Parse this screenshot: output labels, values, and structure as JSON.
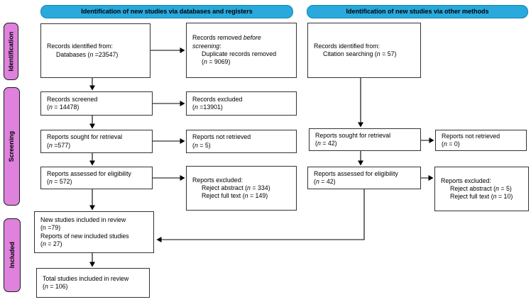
{
  "n_char": "n",
  "colors": {
    "header_bg": "#29A9DC",
    "side_label_bg": "#DE82DD",
    "box_border": "#333333",
    "arrow": "#000000",
    "text": "#000000"
  },
  "headers": {
    "databases": "Identification of new studies via databases and registers",
    "other": "Identification of new studies via other methods"
  },
  "side_labels": {
    "identification": "Identification",
    "screening": "Screening",
    "included": "Included"
  },
  "left": {
    "records_identified": {
      "l1": "Records identified from:",
      "l2_pre": "Databases (",
      "l2_post": " =23547)"
    },
    "records_removed": {
      "l1_pre": "Records removed ",
      "l1_it": "before",
      "l2_it": "screening",
      "l2_post": ":",
      "l3": "Duplicate records removed",
      "l4_pre": "(",
      "l4_post": " = 9069)"
    },
    "records_screened": {
      "l1": "Records screened",
      "l2_pre": "(",
      "l2_post": " = 14478)"
    },
    "records_excluded": {
      "l1": "Records excluded",
      "l2_pre": "(",
      "l2_post": " =13901)"
    },
    "reports_sought": {
      "l1": "Reports sought for retrieval",
      "l2_pre": "(",
      "l2_post": " =577)"
    },
    "reports_not_retrieved": {
      "l1": "Reports not retrieved",
      "l2_pre": "(",
      "l2_post": " = 5)"
    },
    "reports_assessed": {
      "l1": "Reports assessed for eligibility",
      "l2_pre": "(",
      "l2_post": " = 572)"
    },
    "reports_excluded": {
      "l1": "Reports excluded:",
      "l2_pre": "Reject abstract (",
      "l2_post": " = 334)",
      "l3_pre": "Reject full text (",
      "l3_post": " = 149)"
    },
    "new_studies": {
      "l1": "New studies included in review",
      "l2": "(n =79)",
      "l3": "Reports of new included studies",
      "l4_pre": "(",
      "l4_post": " = 27)"
    },
    "total_studies": {
      "l1": "Total studies included in review",
      "l2_pre": "(",
      "l2_post": " = 106)"
    }
  },
  "right": {
    "records_identified": {
      "l1": "Records identified from:",
      "l2_pre": "Citation searching (",
      "l2_post": " = 57)"
    },
    "reports_sought": {
      "l1": "Reports sought for retrieval",
      "l2_pre": "(",
      "l2_post": " = 42)"
    },
    "reports_not_retrieved": {
      "l1": "Reports not retrieved",
      "l2_pre": "(",
      "l2_post": " = 0)"
    },
    "reports_assessed": {
      "l1": "Reports assessed for eligibility",
      "l2_pre": "(",
      "l2_post": " = 42)"
    },
    "reports_excluded": {
      "l1": "Reports excluded:",
      "l2_pre": "Reject abstract (",
      "l2_post": " = 5)",
      "l3_pre": "Reject full text (",
      "l3_post": " = 10)"
    }
  }
}
